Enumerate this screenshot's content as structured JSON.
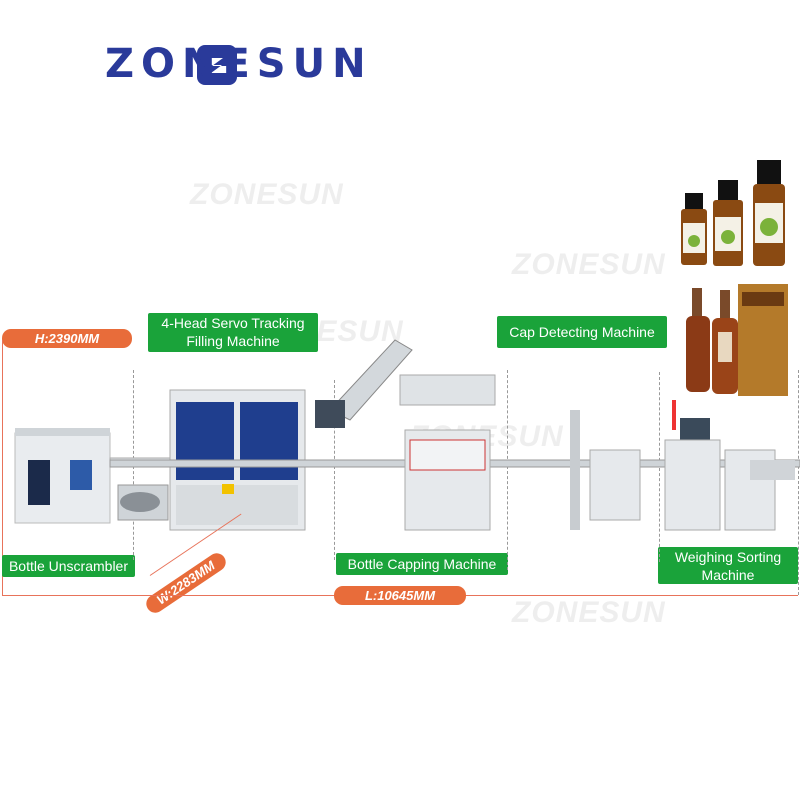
{
  "brand": {
    "name": "ZONESUN",
    "color": "#2a3a9a"
  },
  "watermarks": [
    "ZONESUN",
    "ZONESUN",
    "ZONESUN",
    "ZONESUN",
    "ZONESUN"
  ],
  "labels": {
    "filling": "4-Head Servo Tracking Filling Machine",
    "cap_detect": "Cap Detecting Machine",
    "unscrambler": "Bottle Unscrambler",
    "capping": "Bottle Capping Machine",
    "weighing": "Weighing Sorting Machine"
  },
  "dimensions": {
    "height": "H:2390MM",
    "width": "W:2283MM",
    "length": "L:10645MM"
  },
  "colors": {
    "label_bg": "#1aa33a",
    "dim_bg": "#e86c3a",
    "dim_line": "#e8735a"
  }
}
